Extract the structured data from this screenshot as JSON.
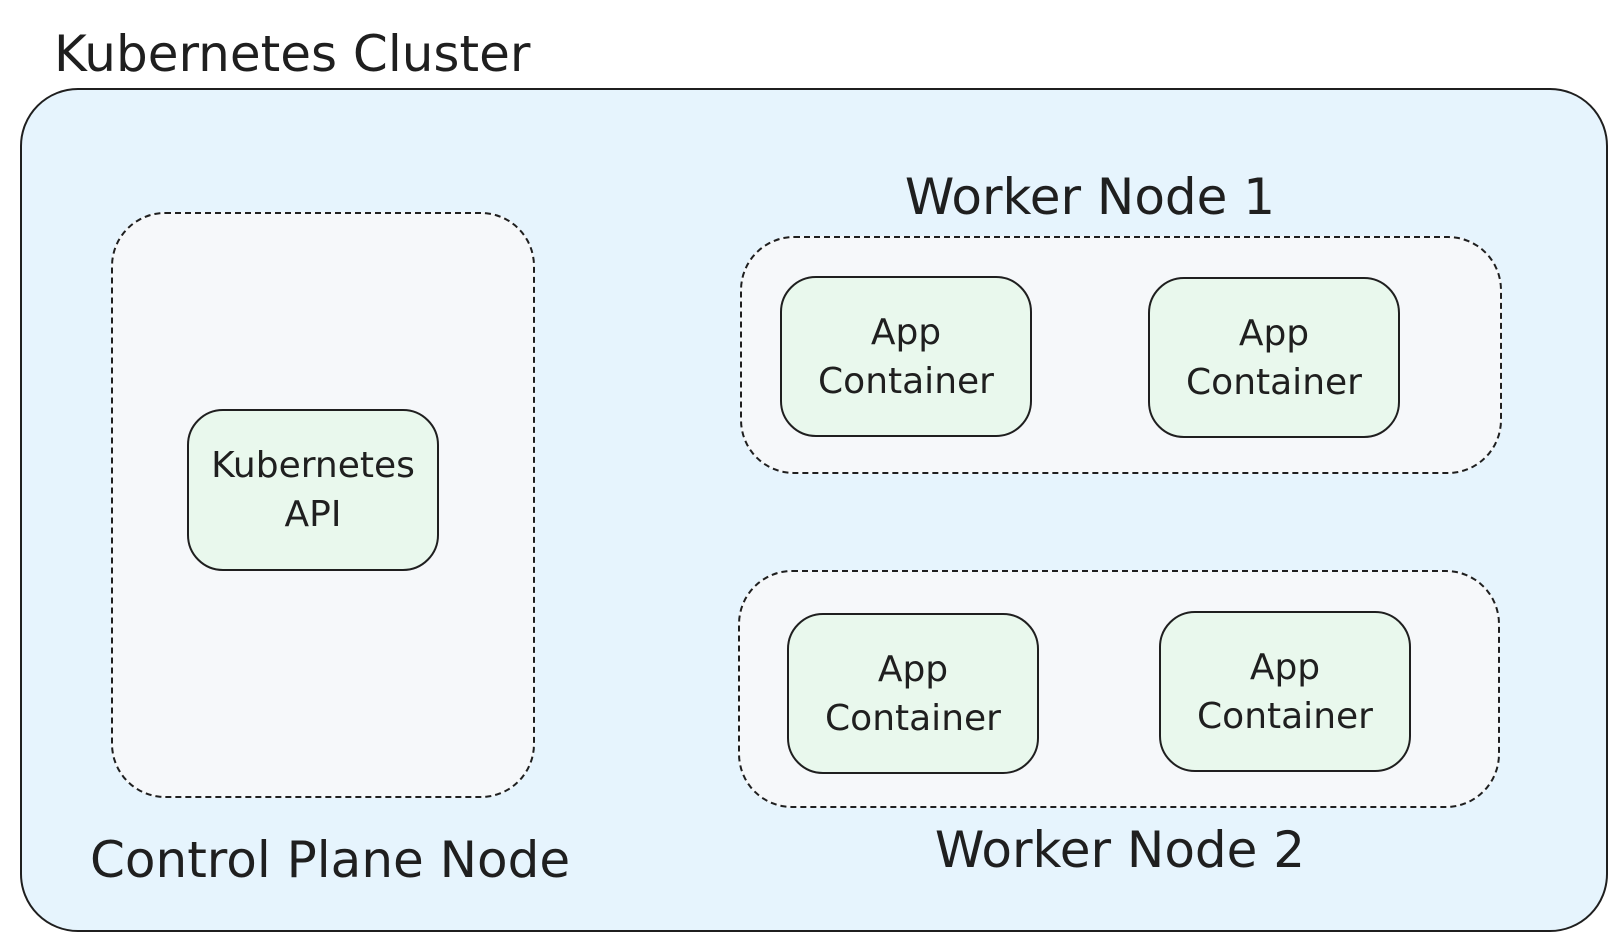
{
  "cluster": {
    "title": "Kubernetes Cluster",
    "colors": {
      "cluster_fill": "#e6f4fd",
      "node_fill": "#f6f8fa",
      "component_fill": "#e9f8ed",
      "stroke": "#1f1f1f"
    }
  },
  "control_plane": {
    "label": "Control Plane Node",
    "component": {
      "line1": "Kubernetes",
      "line2": "API"
    }
  },
  "worker1": {
    "label": "Worker Node 1",
    "containers": [
      {
        "line1": "App",
        "line2": "Container"
      },
      {
        "line1": "App",
        "line2": "Container"
      }
    ]
  },
  "worker2": {
    "label": "Worker Node 2",
    "containers": [
      {
        "line1": "App",
        "line2": "Container"
      },
      {
        "line1": "App",
        "line2": "Container"
      }
    ]
  }
}
